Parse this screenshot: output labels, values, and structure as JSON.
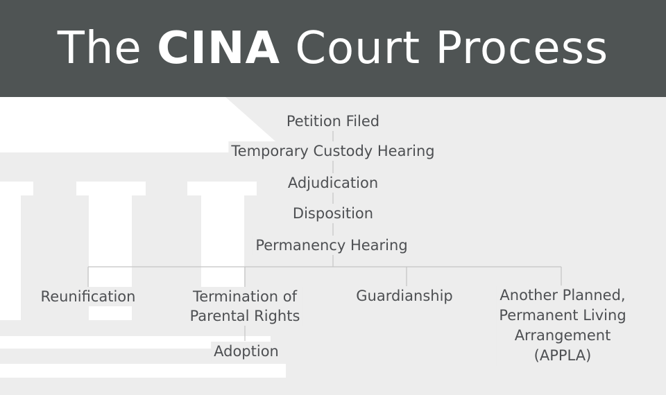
{
  "title": {
    "prefix": "The ",
    "bold": "CINA",
    "suffix": " Court Process"
  },
  "colors": {
    "header_bg": "#4f5454",
    "page_bg": "#ededed",
    "text": "#4d4f52",
    "line": "#c4c4c4",
    "building": "#ffffff"
  },
  "steps": [
    "Petition Filed",
    "Temporary Custody Hearing",
    "Adjudication",
    "Disposition",
    "Permanency Hearing"
  ],
  "outcomes": {
    "reunification": "Reunification",
    "termination_line1": "Termination of",
    "termination_line2": "Parental Rights",
    "adoption": "Adoption",
    "guardianship": "Guardianship",
    "appla_line1": "Another Planned,",
    "appla_line2": "Permanent Living",
    "appla_line3": "Arrangement",
    "appla_line4": "(APPLA)"
  },
  "background_icon": "courthouse-icon"
}
